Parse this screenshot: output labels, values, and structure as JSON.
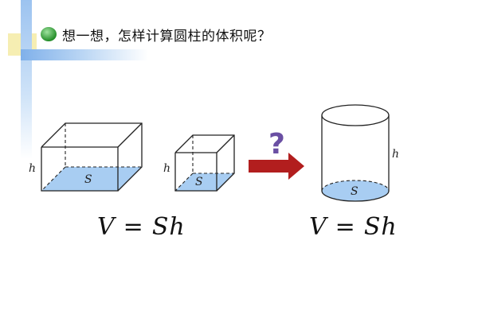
{
  "title": "想一想，怎样计算圆柱的体积呢？",
  "labels": {
    "height": "h",
    "base_area": "S",
    "question_mark": "?"
  },
  "formulas": {
    "prisms": {
      "lhs": "V",
      "eq": "=",
      "rhs": "Sh"
    },
    "cylinder": {
      "lhs": "V",
      "eq": "=",
      "rhs": "Sh"
    }
  },
  "colors": {
    "base_fill": "#a8cdf2",
    "arrow": "#b21e1e",
    "question": "#6a4fa3",
    "bullet": "#2e9a32",
    "deco_blue": "#9cc3f0",
    "deco_yellow": "#f7f0b4"
  }
}
